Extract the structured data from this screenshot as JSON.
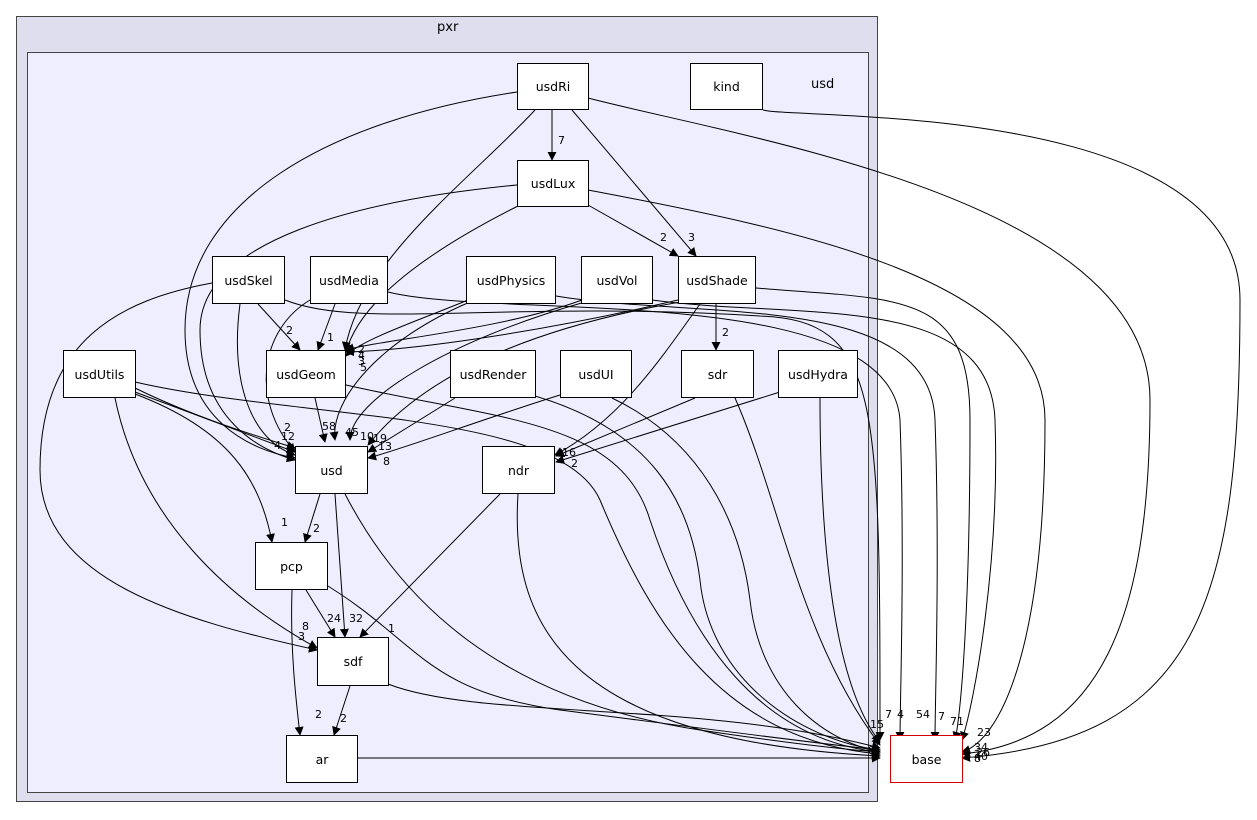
{
  "clusters": {
    "outer_label": "pxr",
    "inner_label": "usd"
  },
  "nodes": {
    "usdRi": "usdRi",
    "kind": "kind",
    "usdLux": "usdLux",
    "usdSkel": "usdSkel",
    "usdMedia": "usdMedia",
    "usdPhysics": "usdPhysics",
    "usdVol": "usdVol",
    "usdShade": "usdShade",
    "usdUtils": "usdUtils",
    "usdGeom": "usdGeom",
    "usdRender": "usdRender",
    "usdUI": "usdUI",
    "sdr": "sdr",
    "usdHydra": "usdHydra",
    "usd": "usd",
    "ndr": "ndr",
    "pcp": "pcp",
    "sdf": "sdf",
    "ar": "ar",
    "base": "base"
  },
  "edge_labels": {
    "usdRi_usdLux": "7",
    "usdLux_usdShade": "2",
    "usdRi_usdShade": "3",
    "usdShade_sdr": "2",
    "usdSkel_usdGeom": "2",
    "usdMedia_usdGeom": "1",
    "usdGeom_usd": "58",
    "usd_pcp": "2",
    "usdUtils_pcp": "1",
    "usd_sdf": "32",
    "pcp_sdf": "24",
    "pcp_ar": "2",
    "sdf_ar": "2",
    "ar_base": "8",
    "ndr_sdf": "1",
    "usdUI_usd": "8",
    "usdHydra_ndr": "2",
    "usdPhysics_usd": "45",
    "usdVol_usd": "10",
    "usdRender_usd": "13",
    "usdShade_usd": "19",
    "pcp_sdf_8": "8",
    "usdUtils_sdf": "3",
    "usdMedia_base": "4",
    "usdPhysics_base": "54",
    "usdVol_base": "7",
    "usdShade_base": "71",
    "usdLux_base": "23",
    "usdGeom_base_7": "7",
    "usd_base": "15",
    "usdRi_base": "8",
    "kind_base": "3",
    "usdGeom_usdSkel_in": "4",
    "usdGeom_in2": "2",
    "usdGeom_in3": "3",
    "usdGeom_in4": "5",
    "usd_in_12": "12",
    "usd_in_2": "2",
    "usd_in_4": "4",
    "ndr_in_16": "16",
    "base_in_34": "34",
    "base_in_26": "26",
    "base_in_40": "40",
    "base_in_33": "33"
  }
}
